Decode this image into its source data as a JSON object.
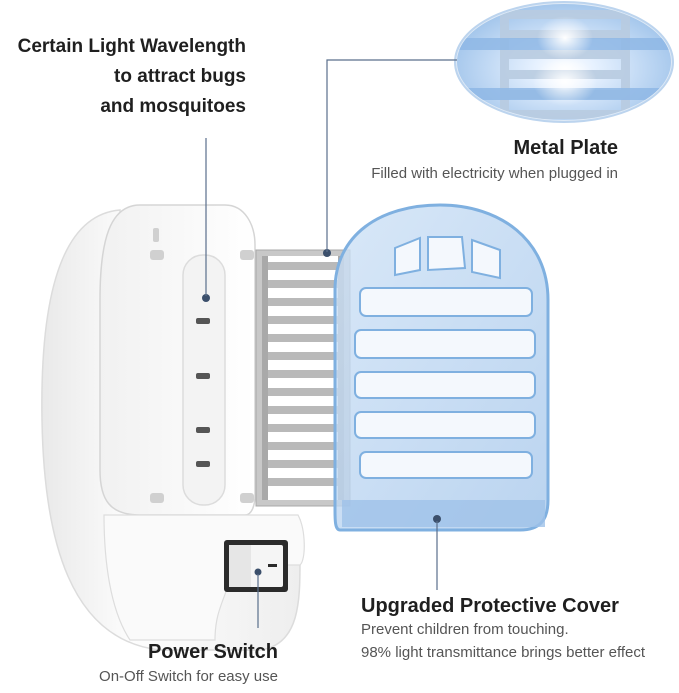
{
  "callouts": {
    "light": {
      "title_lines": [
        "Certain Light Wavelength",
        "to attract bugs",
        "and mosquitoes"
      ]
    },
    "metal_plate": {
      "title": "Metal Plate",
      "subtitle": "Filled with electricity when plugged in"
    },
    "cover": {
      "title": "Upgraded Protective Cover",
      "lines": [
        "Prevent children from touching.",
        "98% light transmittance brings better effect"
      ]
    },
    "power": {
      "title": "Power Switch",
      "subtitle": "On-Off Switch for easy use"
    }
  },
  "colors": {
    "cover_blue": "#7fb0e0",
    "plate_gray": "#b5b5b5",
    "leader_line": "#5a6f8c",
    "housing_white": "#f7f7f7",
    "switch_dark": "#2b2b2b"
  },
  "image_description": "Exploded view of a plug-in bug zapper: white housing with UV light tube, gray metal plate grid, and translucent blue protective cover with an inset magnified view of the glowing grid."
}
